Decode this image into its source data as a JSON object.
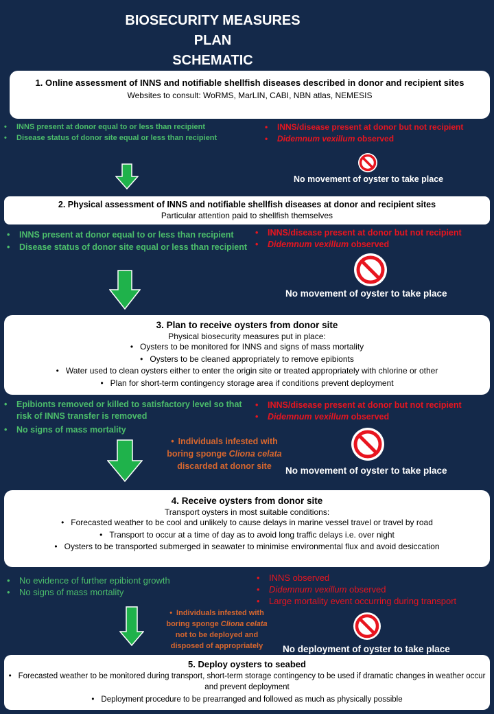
{
  "title": {
    "line1": "BIOSECURITY MEASURES",
    "line2": "PLAN",
    "line3": "SCHEMATIC"
  },
  "step1": {
    "heading": "1.   Online assessment of INNS and notifiable shellfish diseases described in donor and recipient sites",
    "sub": "Websites to consult: WoRMS,  MarLIN, CABI, NBN atlas, NEMESIS",
    "pass": [
      "INNS present at donor equal to or less than recipient",
      "Disease status of donor site equal or less than recipient"
    ],
    "fail_1": "INNS/disease present at donor but not recipient",
    "fail_2_species": "Didemnum  vexillum",
    "fail_2_suffix": " observed",
    "no_move": "No movement of oyster to take place"
  },
  "step2": {
    "heading": "2. Physical assessment of INNS and notifiable shellfish diseases at donor and recipient sites",
    "sub": "Particular attention paid to shellfish  themselves",
    "pass": [
      "INNS present at donor equal to or less than recipient",
      "Disease status of donor site equal or less than recipient"
    ],
    "fail_1": "INNS/disease present at donor but not recipient",
    "fail_2_species": "Didemnum vexillum",
    "fail_2_suffix": " observed",
    "no_move": "No movement of oyster to take place"
  },
  "step3": {
    "heading": "3. Plan to receive oysters from donor site",
    "sub": "Physical biosecurity measures put in place:",
    "items": [
      "Oysters to be monitored for INNS and signs of mass mortality",
      "Oysters to be cleaned appropriately to remove epibionts",
      "Water used to clean oysters either to enter the origin site or treated appropriately with chlorine  or other",
      "Plan for short-term contingency storage area if conditions prevent deployment"
    ],
    "pass_1": "Epibionts removed or killed to satisfactory level so that risk of INNS transfer is removed",
    "pass_2": "No signs of mass mortality",
    "fail_1": "INNS/disease present at donor but not recipient",
    "fail_2_species": "Didemnum vexillum",
    "fail_2_suffix": " observed",
    "sponge_line1": "Individuals infested with",
    "sponge_line2_prefix": "boring sponge ",
    "sponge_line2_species": "Cliona celata",
    "sponge_line3": "discarded at donor site",
    "no_move": "No movement of oyster to take place"
  },
  "step4": {
    "heading": "4. Receive oysters from donor site",
    "sub": "Transport oysters in most suitable conditions:",
    "items": [
      "Forecasted weather to be cool and unlikely to cause delays in marine vessel travel or travel by road",
      "Transport to occur at a time of day as to avoid long traffic delays i.e. over night",
      "Oysters to be transported submerged in seawater to minimise environmental flux and avoid desiccation"
    ],
    "pass": [
      "No evidence of further epibiont growth",
      "No signs of mass mortality"
    ],
    "fail_1": "INNS observed",
    "fail_2_species": "Didemnum vexillum",
    "fail_2_suffix": " observed",
    "fail_3": "Large mortality event occurring during transport",
    "sponge_line1": "Individuals  infested with",
    "sponge_line2_prefix": "boring sponge ",
    "sponge_line2_species": "Cliona celata",
    "sponge_line3": "not to be deployed and",
    "sponge_line4": "disposed of appropriately",
    "no_deploy": "No deployment of oyster to take place"
  },
  "step5": {
    "heading": "5. Deploy oysters to seabed",
    "items": [
      "Forecasted weather to be monitored  during transport, short-term storage contingency to be used if dramatic changes in weather occur and prevent deployment",
      "Deployment procedure to be prearranged and followed  as much as physically possible"
    ]
  },
  "colors": {
    "background": "#14294a",
    "pass": "#4cbd6b",
    "fail": "#e8151f",
    "discard": "#d8672e",
    "arrow": "#1fb24b"
  }
}
